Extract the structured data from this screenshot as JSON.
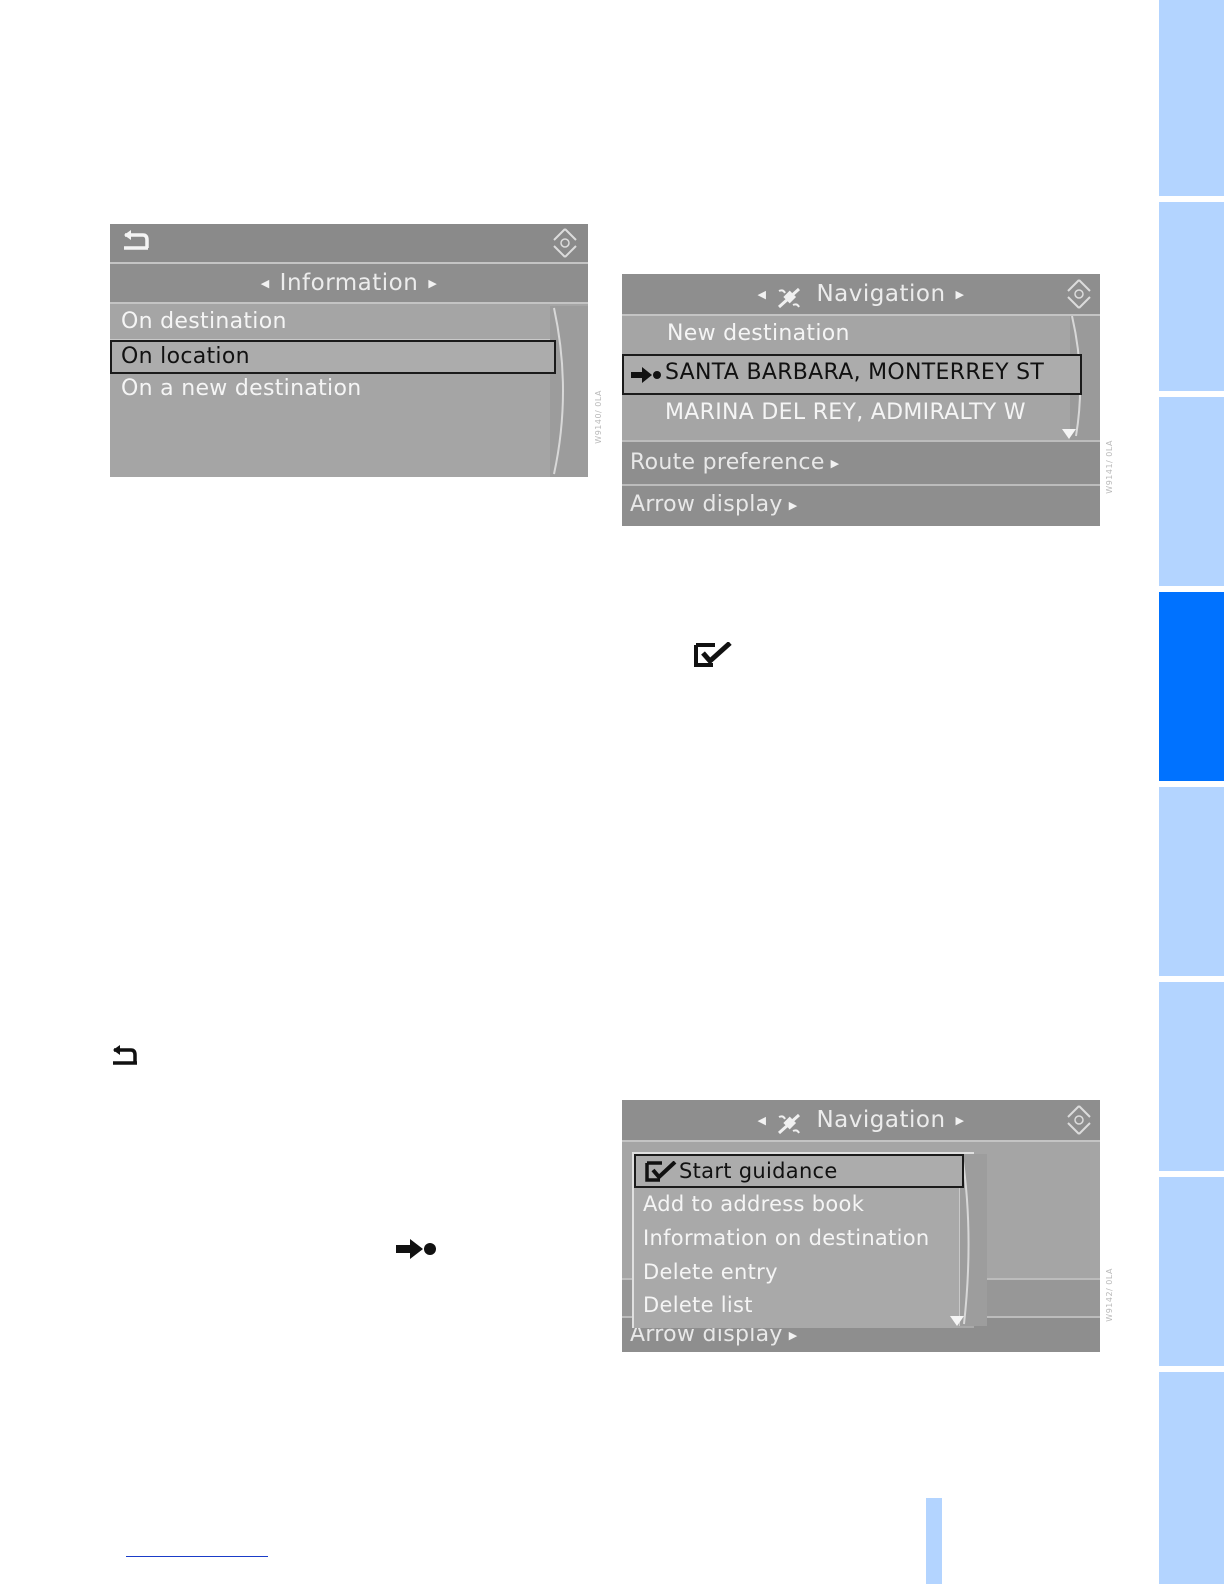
{
  "screen_info": {
    "title": "Information",
    "items": [
      "On destination",
      "On location",
      "On a new destination"
    ],
    "side_code": "W9140/ 0LA"
  },
  "screen_nav": {
    "title": "Navigation",
    "items": [
      "New destination",
      "SANTA BARBARA, MONTERREY ST",
      "MARINA DEL REY, ADMIRALTY W"
    ],
    "route_preference": "Route preference",
    "arrow_display": "Arrow display",
    "side_code": "W9141/ 0LA"
  },
  "screen_menu": {
    "title": "Navigation",
    "items": [
      "Start guidance",
      "Add to address book",
      "Information on destination",
      "Delete entry",
      "Delete list"
    ],
    "arrow_display": "Arrow display",
    "side_code": "W9142/ 0LA"
  },
  "icons": {
    "back": "back-arrow-icon",
    "checkmark": "start-guidance-checkmark-icon",
    "destination_arrow": "destination-arrow-icon",
    "controller": "controller-icon",
    "satellite": "satellite-icon"
  },
  "colors": {
    "tab_inactive": "#b3d4ff",
    "tab_active": "#0072ff",
    "screen_gray": "#a5a5a5"
  }
}
